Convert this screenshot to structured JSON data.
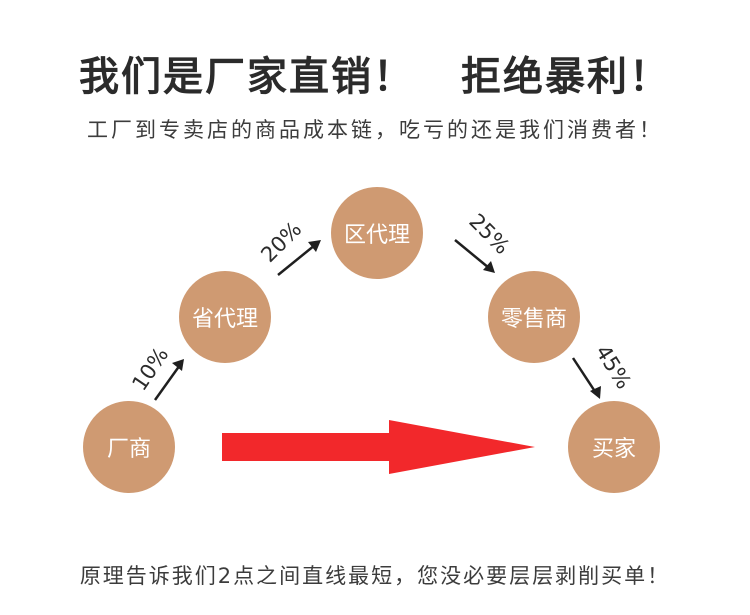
{
  "header": {
    "title_left": "我们是厂家直销！",
    "title_right": "拒绝暴利！",
    "subtitle": "工厂到专卖店的商品成本链，吃亏的还是我们消费者！"
  },
  "flow": {
    "nodes": {
      "factory": "厂商",
      "province_agent": "省代理",
      "district_agent": "区代理",
      "retailer": "零售商",
      "buyer": "买家"
    },
    "markups": {
      "factory_to_province": "10%",
      "province_to_district": "20%",
      "district_to_retailer": "25%",
      "retailer_to_buyer": "45%"
    }
  },
  "colors": {
    "node_fill": "#cf9a72",
    "direct_arrow": "#f2282b",
    "text_dark": "#2b2b2b"
  },
  "footer": {
    "text": "原理告诉我们2点之间直线最短，您没必要层层剥削买单！"
  }
}
